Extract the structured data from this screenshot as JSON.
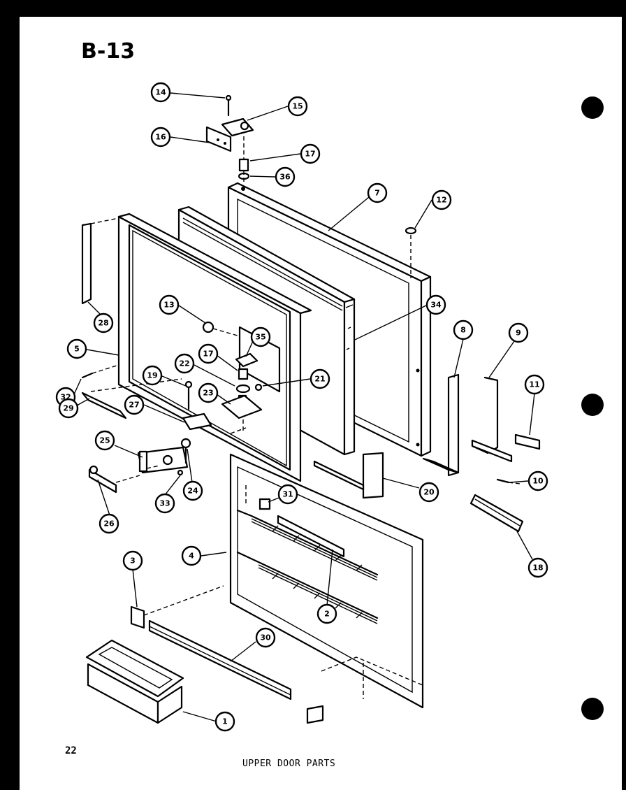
{
  "page": {
    "title": "B-13",
    "page_number": "22",
    "caption": "UPPER DOOR PARTS"
  },
  "callouts": {
    "c14": "14",
    "c15": "15",
    "c16": "16",
    "c17a": "17",
    "c36": "36",
    "c7": "7",
    "c12": "12",
    "c13": "13",
    "c34": "34",
    "c28": "28",
    "c5": "5",
    "c35": "35",
    "c17b": "17",
    "c22": "22",
    "c21": "21",
    "c19": "19",
    "c23": "23",
    "c32": "32",
    "c27": "27",
    "c29": "29",
    "c8": "8",
    "c9": "9",
    "c11": "11",
    "c25": "25",
    "c24": "24",
    "c33": "33",
    "c26": "26",
    "c31": "31",
    "c20": "20",
    "c10": "10",
    "c4": "4",
    "c18": "18",
    "c3": "3",
    "c2": "2",
    "c30": "30",
    "c1": "1"
  }
}
